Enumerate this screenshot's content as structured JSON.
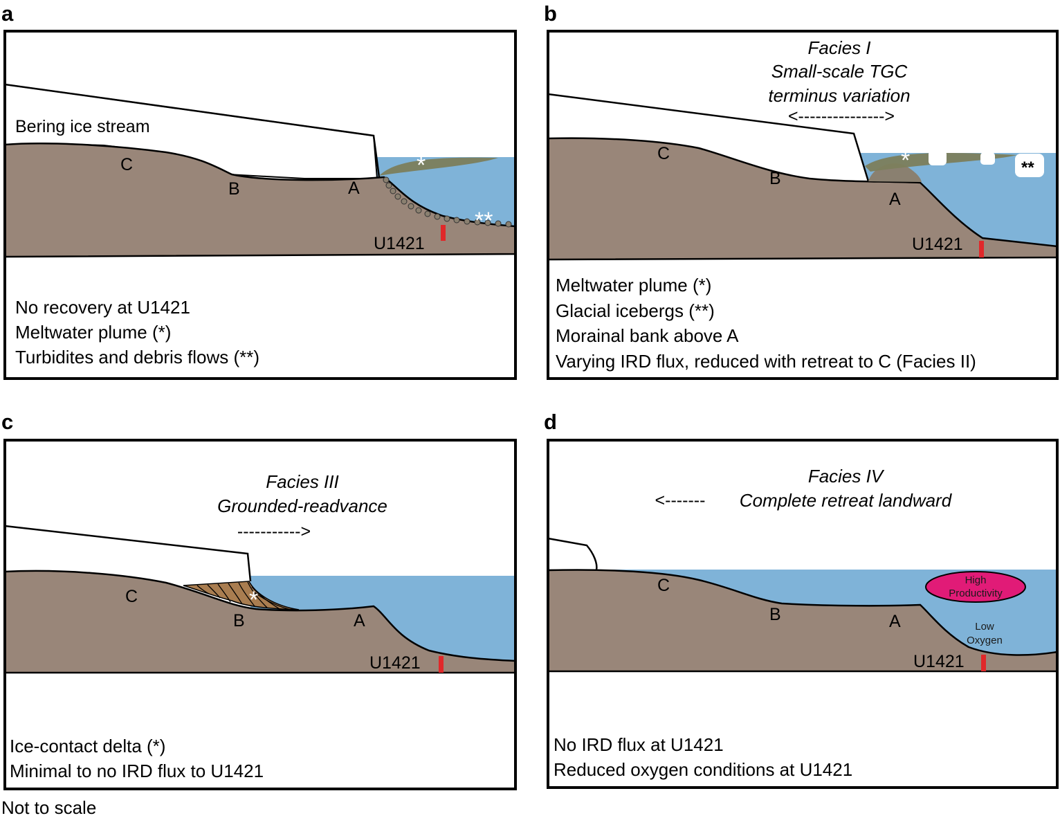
{
  "colors": {
    "sediment": "#998679",
    "water": "#7fb3d8",
    "ice": "#ffffff",
    "plume": "#7c7e5c",
    "moraine": "#8a8070",
    "delta": "#a97d50",
    "core": "#e0282a",
    "productivity": "#e11b77"
  },
  "panels": {
    "a": {
      "letter": "a",
      "ice_label": "Bering ice stream",
      "site_c": "C",
      "site_b": "B",
      "site_a": "A",
      "core_label": "U1421",
      "plume_star": "*",
      "debris_stars": "**",
      "notes": [
        "No recovery at U1421",
        "Meltwater plume (*)",
        "Turbidites and debris flows (**)"
      ]
    },
    "b": {
      "letter": "b",
      "facies_title": "Facies I",
      "facies_sub1": "Small-scale TGC",
      "facies_sub2": "terminus variation",
      "arrow": "<--------------->",
      "site_c": "C",
      "site_b": "B",
      "site_a": "A",
      "core_label": "U1421",
      "plume_star": "*",
      "iceberg_stars": "**",
      "notes": [
        "Meltwater plume (*)",
        "Glacial icebergs (**)",
        "Morainal bank above A",
        "Varying IRD flux, reduced with retreat to C (Facies II)"
      ]
    },
    "c": {
      "letter": "c",
      "facies_title": "Facies III",
      "facies_sub1": "Grounded-readvance",
      "arrow": "----------->",
      "site_c": "C",
      "site_b": "B",
      "site_a": "A",
      "core_label": "U1421",
      "delta_star": "*",
      "notes": [
        "Ice-contact delta (*)",
        "Minimal to no IRD flux to U1421"
      ]
    },
    "d": {
      "letter": "d",
      "facies_title": "Facies IV",
      "arrow": "<-------",
      "facies_sub1": "Complete retreat landward",
      "site_c": "C",
      "site_b": "B",
      "site_a": "A",
      "core_label": "U1421",
      "high_productivity_1": "High",
      "high_productivity_2": "Productivity",
      "low_oxygen_1": "Low",
      "low_oxygen_2": "Oxygen",
      "notes": [
        "No IRD flux at U1421",
        "Reduced oxygen conditions at U1421"
      ]
    }
  },
  "footer": "Not to scale"
}
